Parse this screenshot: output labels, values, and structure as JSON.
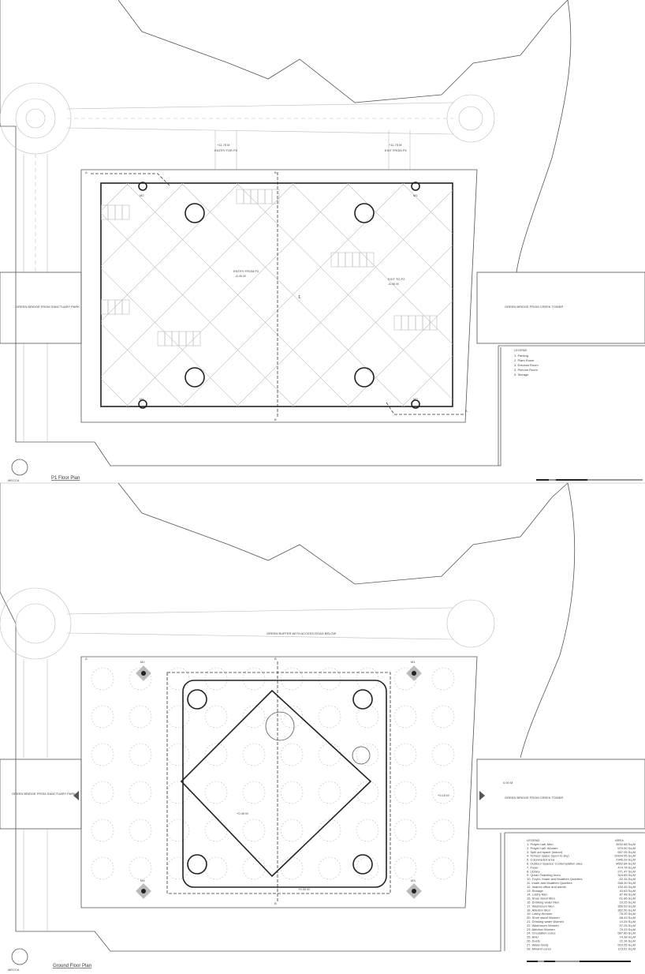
{
  "p1": {
    "title": "P1 Floor Plan",
    "north_label": "MECCA",
    "entry": "ENTRY FOR P2",
    "exit": "EXIT FROM P2",
    "entry_level": "+11.75 M",
    "exit_level": "+11.75 M",
    "entry_ramp": "ENTRY FROM P2",
    "entry_ramp_level": "-6.40 M",
    "exit_ramp": "EXIT TO P2",
    "exit_ramp_level": "-6.40 M",
    "bridge_left": "GREEN BRIDGE FROM SANCTUARY PARK",
    "bridge_right": "GREEN BRIDGE FROM CREEK TOWER",
    "minarets": [
      "M1",
      "M2",
      "M3",
      "M4"
    ],
    "section_a": "A",
    "section_b": "B",
    "center_label": "1.",
    "legend": {
      "title": "LEGEND",
      "items": [
        "1.   Parking",
        "2.   Plant Room",
        "3.   Exhaust Room",
        "4.   Plenum Room",
        "5.   Storage"
      ]
    }
  },
  "ground": {
    "title": "Ground Floor Plan",
    "north_label": "MECCA",
    "buffer": "GREEN BUFFER WITH ACCESS ROAD BELOW",
    "bridge_left": "GREEN BRIDGE FROM SANCTUARY PARK",
    "bridge_right": "GREEN BRIDGE FROM CREEK TOWER",
    "level_right": "0.00 M",
    "level_entry": "+0.15 M",
    "level_center": "+0.45 M",
    "level_bottom": "+0.30 M",
    "minarets": [
      "M1",
      "M2",
      "M3",
      "M4"
    ],
    "section_a": "A",
    "section_b": "B",
    "legend": {
      "title": "LEGEND",
      "area_header": "AREA",
      "items": [
        [
          "1.  Prayer hall: Men",
          "3632.68 Sq.M"
        ],
        [
          "2.  Prayer hall: Women",
          "570.00 Sq.M"
        ],
        [
          "3.  Spill out space (indoor)",
          "657.05 Sq.M"
        ],
        [
          "4.  Terrace space (open to sky)",
          "10394.55 Sq.M"
        ],
        [
          "5.  Colonnaded area",
          "2346.93 Sq.M"
        ],
        [
          "6.  Outdoor Spaces/ Contemplation area",
          "9652.84 Sq.M"
        ],
        [
          "7.  Foyer",
          "474.78 Sq.M"
        ],
        [
          "8.  Library",
          "271.47 Sq.M"
        ],
        [
          "9.  Quran Teaching room",
          "316.65 Sq.M"
        ],
        [
          "10. Foyer- Imam and Muathen Quarters",
          "82.34 Sq.M"
        ],
        [
          "11. Imam and Muathen Quarters",
          "268.30 Sq.M"
        ],
        [
          "12. Imam's office and admin",
          "192.45 Sq.M"
        ],
        [
          "13. Storage",
          "43.63 Sq.M"
        ],
        [
          "14. Lobby Men",
          "87.48 Sq.M"
        ],
        [
          "15. Shoe stand Men",
          "61.86 Sq.M"
        ],
        [
          "16. Drinking water Men",
          "10.25 Sq.M"
        ],
        [
          "17. Washroom Men",
          "350.53 Sq.M"
        ],
        [
          "18. Ablution Men",
          "362.50 Sq.M"
        ],
        [
          "19. Lobby Women",
          "75.20 Sq.M"
        ],
        [
          "20. Shoe stand Women",
          "68.43 Sq.M"
        ],
        [
          "21. Drinking water Women",
          "10.25 Sq.M"
        ],
        [
          "22. Washroom Women",
          "97.25 Sq.M"
        ],
        [
          "23. Ablution Women",
          "70.23 Sq.M"
        ],
        [
          "24. Circulation cores",
          "587.80 Sq.M"
        ],
        [
          "25. AHU",
          "74.38 Sq.M"
        ],
        [
          "26. Ducts",
          "22.34 Sq.M"
        ],
        [
          "27. Water Body",
          "510.05 Sq.M"
        ],
        [
          "28. Minaret cores",
          "115.61 Sq.M"
        ]
      ]
    }
  }
}
